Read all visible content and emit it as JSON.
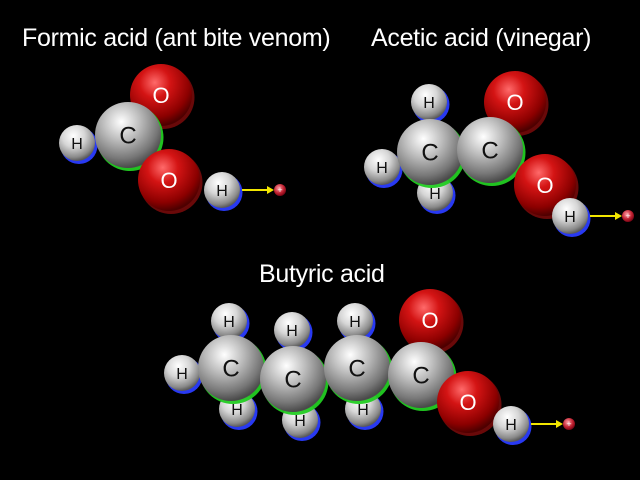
{
  "colors": {
    "background": "#000000",
    "title_text": "#ffffff",
    "carbon": "#9a9a9a",
    "oxygen": "#c01010",
    "hydrogen": "#d8d8d8",
    "bond_green": "#22cc22",
    "rim_blue": "#2a3cff",
    "arrow_yellow": "#f2e600",
    "proton": "#c02030"
  },
  "labels": {
    "carbon": "C",
    "oxygen": "O",
    "hydrogen": "H",
    "proton": "+"
  },
  "molecules": [
    {
      "id": "formic",
      "title": "Formic acid (ant bite venom)"
    },
    {
      "id": "acetic",
      "title": "Acetic acid (vinegar)"
    },
    {
      "id": "butyric",
      "title": "Butyric acid"
    }
  ]
}
